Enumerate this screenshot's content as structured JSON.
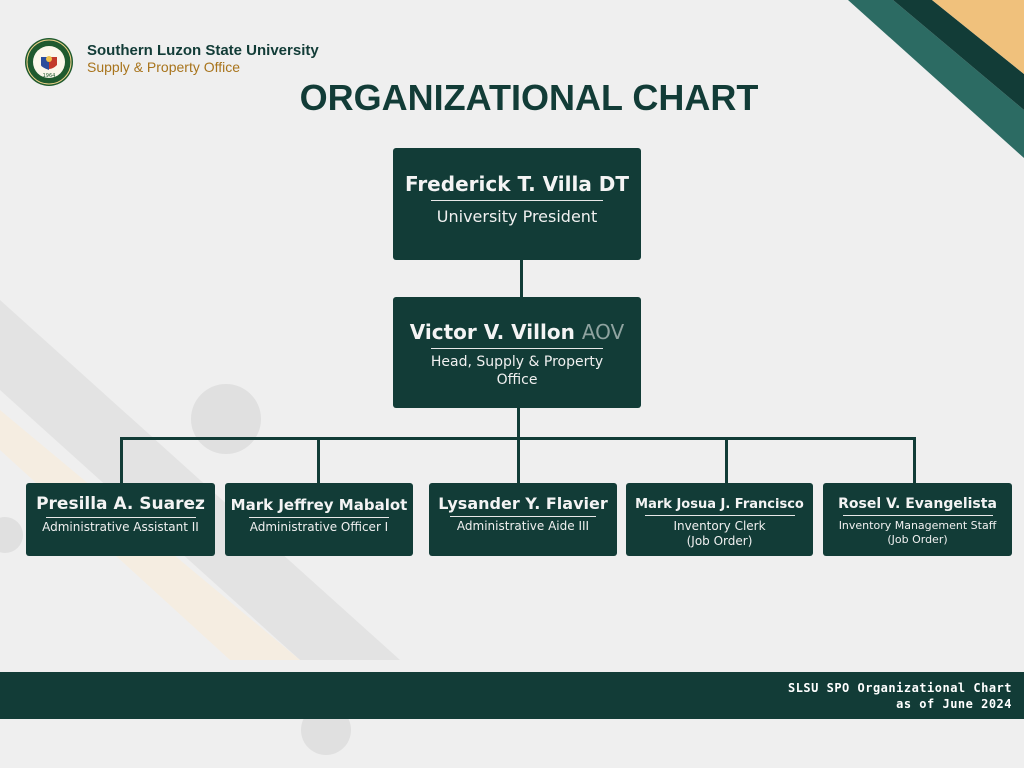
{
  "header": {
    "university_name": "Southern Luzon State University",
    "office_name": "Supply & Property Office",
    "logo_text": "SOUTHERN LUZON STATE UNIVERSITY",
    "logo_year": "1964",
    "title": "ORGANIZATIONAL CHART"
  },
  "org": {
    "president": {
      "name": "Frederick T. Villa",
      "suffix": "DT",
      "role": "University President"
    },
    "head": {
      "name": "Victor V. Villon",
      "suffix": "AOV",
      "role": "Head, Supply & Property Office"
    },
    "staff": [
      {
        "name": "Presilla A. Suarez",
        "role": "Administrative Assistant II",
        "role2": ""
      },
      {
        "name": "Mark Jeffrey Mabalot",
        "role": "Administrative Officer I",
        "role2": ""
      },
      {
        "name": "Lysander Y. Flavier",
        "role": "Administrative Aide III",
        "role2": ""
      },
      {
        "name": "Mark Josua J. Francisco",
        "role": "Inventory Clerk",
        "role2": "(Job Order)"
      },
      {
        "name": "Rosel V. Evangelista",
        "role": "Inventory Management Staff",
        "role2": "(Job Order)"
      }
    ]
  },
  "footer": {
    "line1": "SLSU SPO Organizational Chart",
    "line2": "as of June 2024"
  },
  "colors": {
    "primary": "#123c37",
    "teal": "#2c6b63",
    "accent": "#f0c17c",
    "office_text": "#a8741c",
    "background": "#efefef"
  }
}
